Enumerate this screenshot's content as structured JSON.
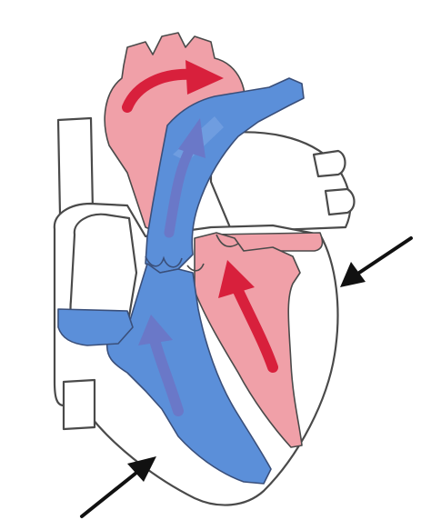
{
  "diagram": {
    "subject": "heart-cross-section",
    "colors": {
      "oxygenated": "#f0a0a8",
      "oxygenated_arrow": "#d8203c",
      "deoxygenated": "#5b8fd9",
      "deoxygenated_arrow": "#6a78c8",
      "outline": "#4a4a4a",
      "pointer": "#111111"
    },
    "pointers": [
      {
        "name": "right-wall-pointer",
        "direction": "down-left"
      },
      {
        "name": "bottom-wall-pointer",
        "direction": "up-right"
      }
    ]
  }
}
